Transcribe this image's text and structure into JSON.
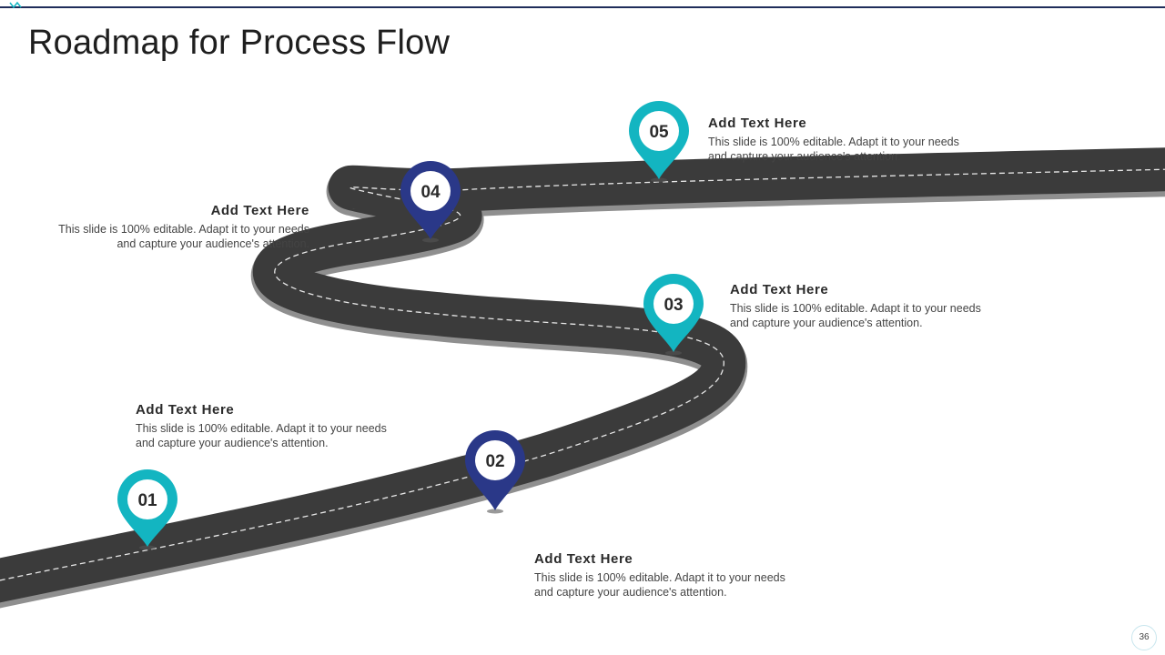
{
  "title": "Roadmap for Process Flow",
  "page_number": "36",
  "colors": {
    "teal": "#13b5c1",
    "navy": "#2a3888",
    "road": "#3c3c3c",
    "road_edge": "#8a8a8a"
  },
  "milestones": [
    {
      "number": "01",
      "heading": "Add Text Here",
      "body_line1": "This slide is 100% editable. Adapt it to your needs",
      "body_line2": "and capture your audience's attention."
    },
    {
      "number": "02",
      "heading": "Add Text Here",
      "body_line1": "This slide is 100% editable. Adapt it to your needs",
      "body_line2": "and capture your audience's attention."
    },
    {
      "number": "03",
      "heading": "Add Text Here",
      "body_line1": "This slide is 100% editable. Adapt it to your needs",
      "body_line2": "and capture your audience's attention."
    },
    {
      "number": "04",
      "heading": "Add Text Here",
      "body_line1": "This slide is 100% editable. Adapt it to your needs",
      "body_line2": "and capture your audience's attention."
    },
    {
      "number": "05",
      "heading": "Add Text Here",
      "body_line1": "This slide is 100% editable. Adapt it to your needs",
      "body_line2": "and capture your audience's attention."
    }
  ]
}
